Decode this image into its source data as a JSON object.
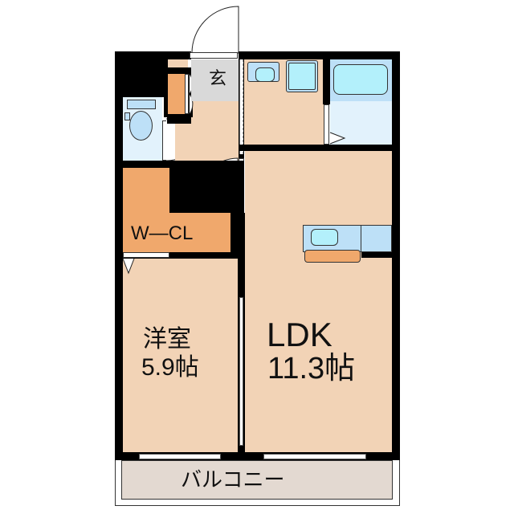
{
  "floorplan": {
    "rooms": {
      "entrance": {
        "label": "玄"
      },
      "walk_in_closet": {
        "label": "W—CL"
      },
      "western_room": {
        "label": "洋室",
        "size": "5.9帖"
      },
      "ldk": {
        "label": "LDK",
        "size": "11.3帖"
      },
      "balcony": {
        "label": "バルコニー"
      }
    },
    "colors": {
      "wall": "#000000",
      "room_floor": "#f2d3b6",
      "closet": "#f0a86c",
      "wet_area": "#e2f2fc",
      "fixture_blue": "#bde0f7",
      "fixture_cyan": "#b3f0fb",
      "entrance_floor": "#d9d9d9",
      "balcony": "#e3d9d1"
    }
  }
}
